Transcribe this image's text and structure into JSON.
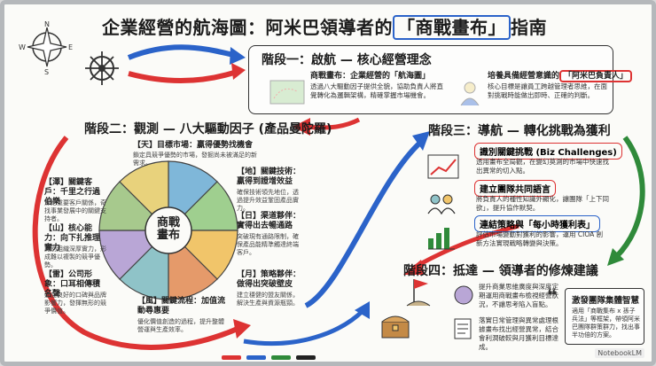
{
  "title": {
    "prefix": "企業經營的航海圖：阿米巴領導者的",
    "highlight": "「商戰畫布」",
    "suffix": "指南"
  },
  "stage1": {
    "title": "階段一：啟航 — 核心經營理念",
    "left_label": "商戰畫布：企業經營的「航海圖」",
    "left_desc": "透過八大驅動因子提供全貌，協助負責人將直覺轉化為邏輯架構，精確掌握市場機會。",
    "right_label_prefix": "培養具備經營意識的",
    "right_label_highlight": "「阿米巴負責人」",
    "right_desc": "核心目標是讓員工跨越管理者思維，在面對挑戰時能做出即時、正確的判斷。"
  },
  "stage2": {
    "title": "階段二：觀測 — 八大驅動因子 (產品曼陀羅)",
    "center": "商戰畫布",
    "factors": [
      {
        "tag": "【天】目標市場：贏得優勢找機會",
        "desc": "鎖定具競爭優勢的市場，發掘尚未被滿足的新需求。"
      },
      {
        "tag": "【地】關鍵技術：贏得到證增效益",
        "desc": "確保技術領先地位，透過提升效益鞏固產品實力。"
      },
      {
        "tag": "【日】渠道夥伴：實得出去暢通路",
        "desc": "突破現有通路限制，確保產品能精準觸達終端客戶。"
      },
      {
        "tag": "【月】策略夥伴：做得出突破壁皮",
        "desc": "建立穩健的盟友關係，解決生產與資源瓶頸。"
      },
      {
        "tag": "【風】關鍵流程：加值流動尋惠要",
        "desc": "優化價值創造的過程，提升整體營運與生產效率。"
      },
      {
        "tag": "【雷】公司形象：口耳相傳積名聲",
        "desc": "建立良好的口碑與品牌影響力，發揮無形的競爭價值。"
      },
      {
        "tag": "【山】核心能力：向下扎推理實力",
        "desc": "識別組織深厚實力，形成難以複製的競爭優勢。"
      },
      {
        "tag": "【澤】關鍵客戶：千里之行過伯樂",
        "desc": "深挖重要客戶關係，奇找事業發展中的關鍵支持者。"
      }
    ]
  },
  "stage3": {
    "title": "階段三：導航 — 轉化挑戰為獲利",
    "items": [
      {
        "label": "識別關鍵挑戰 (Biz Challenges)",
        "desc": "透用畫布全局觀，在變幻莫測的市場中快速找出異常的切入點。"
      },
      {
        "label": "建立團隊共同語言",
        "desc": "將負責人的種性知識外顯化，讓團隊「上下同欲」，提升協作默契。"
      },
      {
        "label": "連結策略與「每小時獲利表」",
        "desc": "評估市場變動對獲利的影響，運用 CIOA 創新方法實現戰略轉變與決策。"
      }
    ]
  },
  "stage4": {
    "title": "階段四：抵達 — 領導者的修煉建議",
    "items": [
      {
        "desc": "提升商業思維廣度與深度定期運用商戰畫布檢視經營狀況，不讓思考陷入盲點。"
      },
      {
        "desc": "落實日常管理與異常處理根據畫布找出經營異常，結合會利潤破較與月獲利目標達成。"
      }
    ],
    "quote_title": "激發團隊集體智慧",
    "quote_desc": "適用「商戰集布 x 孫子兵法」等框架，帶領阿米巴團隊群策群力，找出事半功倍的方案。"
  },
  "watermark": "NotebookLM"
}
